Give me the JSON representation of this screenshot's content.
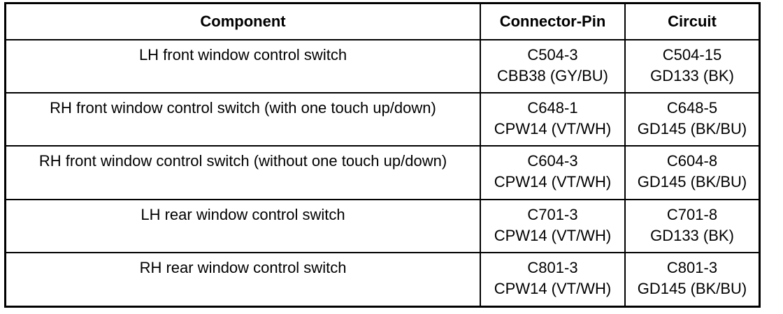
{
  "table": {
    "headers": [
      "Component",
      "Connector-Pin",
      "Circuit"
    ],
    "rows": [
      {
        "component": "LH front window control switch",
        "connector_pin": [
          "C504-3",
          "CBB38 (GY/BU)"
        ],
        "circuit": [
          "C504-15",
          "GD133 (BK)"
        ]
      },
      {
        "component": "RH front window control switch (with one touch up/down)",
        "connector_pin": [
          "C648-1",
          "CPW14 (VT/WH)"
        ],
        "circuit": [
          "C648-5",
          "GD145 (BK/BU)"
        ]
      },
      {
        "component": "RH front window control switch (without one touch up/down)",
        "connector_pin": [
          "C604-3",
          "CPW14 (VT/WH)"
        ],
        "circuit": [
          "C604-8",
          "GD145 (BK/BU)"
        ]
      },
      {
        "component": "LH rear window control switch",
        "connector_pin": [
          "C701-3",
          "CPW14 (VT/WH)"
        ],
        "circuit": [
          "C701-8",
          "GD133 (BK)"
        ]
      },
      {
        "component": "RH rear window control switch",
        "connector_pin": [
          "C801-3",
          "CPW14 (VT/WH)"
        ],
        "circuit": [
          "C801-3",
          "GD145 (BK/BU)"
        ]
      }
    ]
  }
}
